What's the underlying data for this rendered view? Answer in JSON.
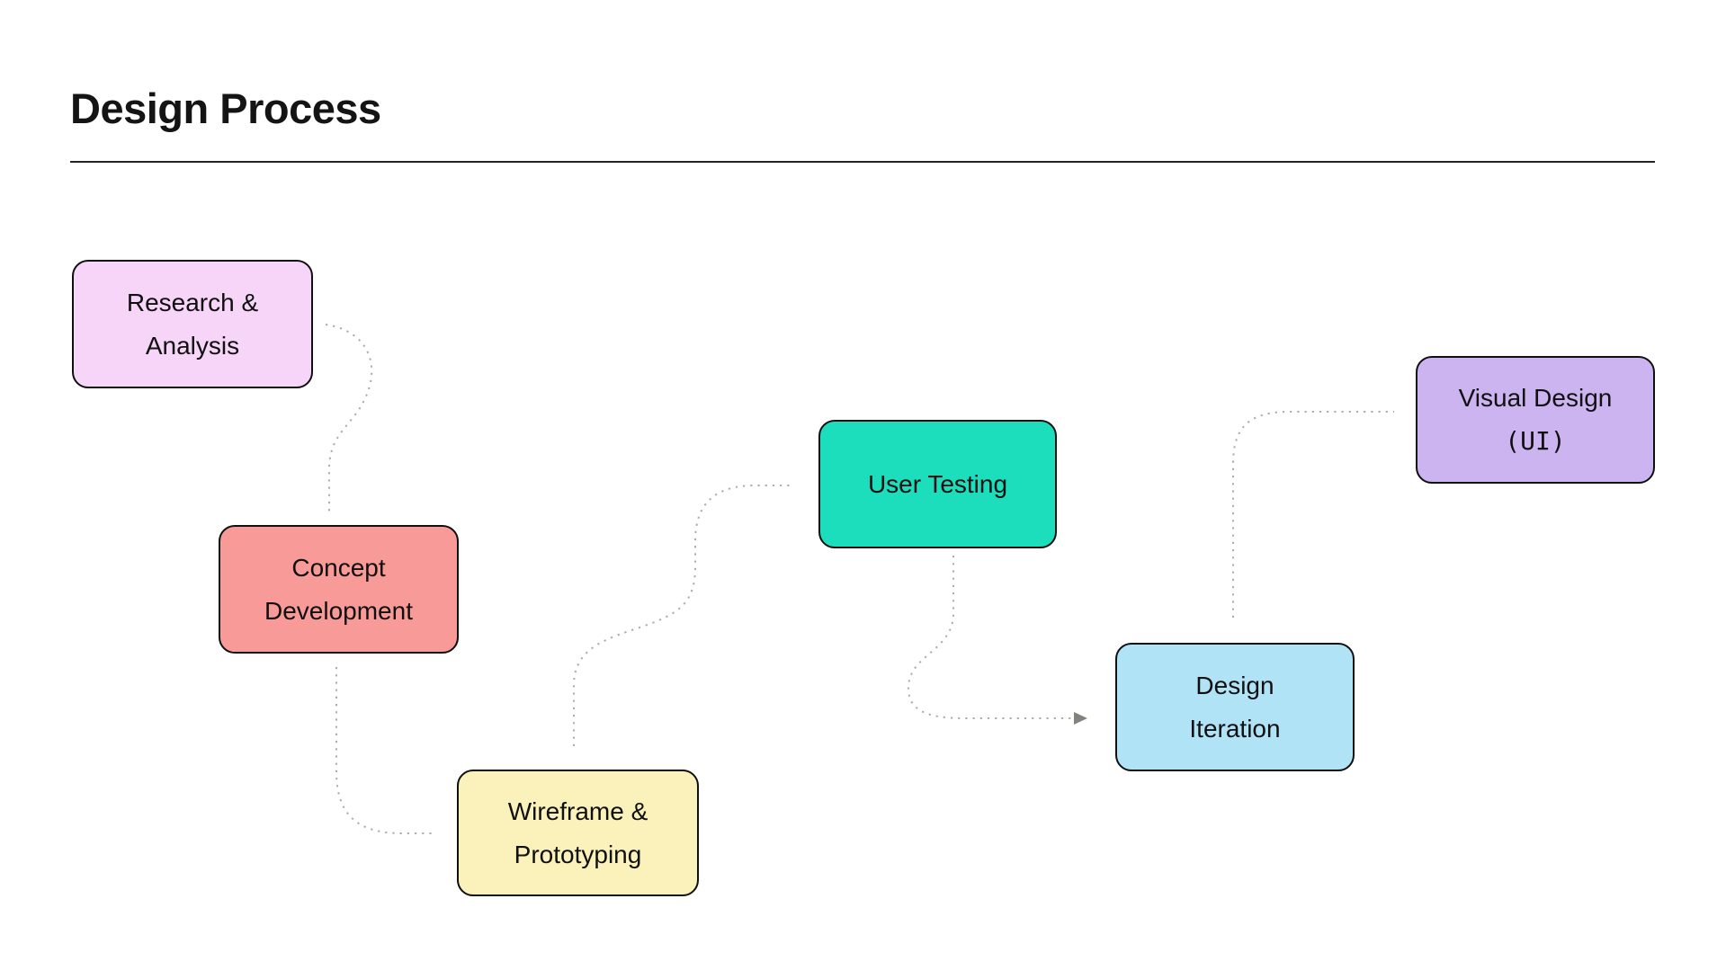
{
  "page": {
    "title": "Design Process"
  },
  "nodes": [
    {
      "id": "research-analysis",
      "label": "Research & Analysis",
      "lines": [
        "Research &",
        "Analysis"
      ],
      "color": "#F6D5F8"
    },
    {
      "id": "concept-development",
      "label": "Concept Development",
      "lines": [
        "Concept",
        "Development"
      ],
      "color": "#F89B98"
    },
    {
      "id": "wireframe-prototyping",
      "label": "Wireframe & Prototyping",
      "lines": [
        "Wireframe &",
        "Prototyping"
      ],
      "color": "#FBF2BB"
    },
    {
      "id": "user-testing",
      "label": "User Testing",
      "lines": [
        "User Testing"
      ],
      "color": "#1DDEBC"
    },
    {
      "id": "design-iteration",
      "label": "Design Iteration",
      "lines": [
        "Design",
        "Iteration"
      ],
      "color": "#B1E3F7"
    },
    {
      "id": "visual-design-ui",
      "label": "Visual Design (UI)",
      "lines": [
        "Visual Design",
        "(UI)"
      ],
      "color": "#CBB4F0"
    }
  ],
  "edges": [
    {
      "from": "research-analysis",
      "to": "concept-development",
      "style": "dotted",
      "arrow": false
    },
    {
      "from": "concept-development",
      "to": "wireframe-prototyping",
      "style": "dotted",
      "arrow": false
    },
    {
      "from": "wireframe-prototyping",
      "to": "user-testing",
      "style": "dotted",
      "arrow": false
    },
    {
      "from": "user-testing",
      "to": "design-iteration",
      "style": "dotted",
      "arrow": true
    },
    {
      "from": "design-iteration",
      "to": "visual-design-ui",
      "style": "dotted",
      "arrow": false
    }
  ],
  "style": {
    "background": "#FFFFFF",
    "title_color": "#141414",
    "rule_color": "#222222",
    "node_border_color": "#101010",
    "node_text_color": "#101010",
    "connector_color": "#ABA8A1",
    "arrowhead_color": "#84827C"
  }
}
